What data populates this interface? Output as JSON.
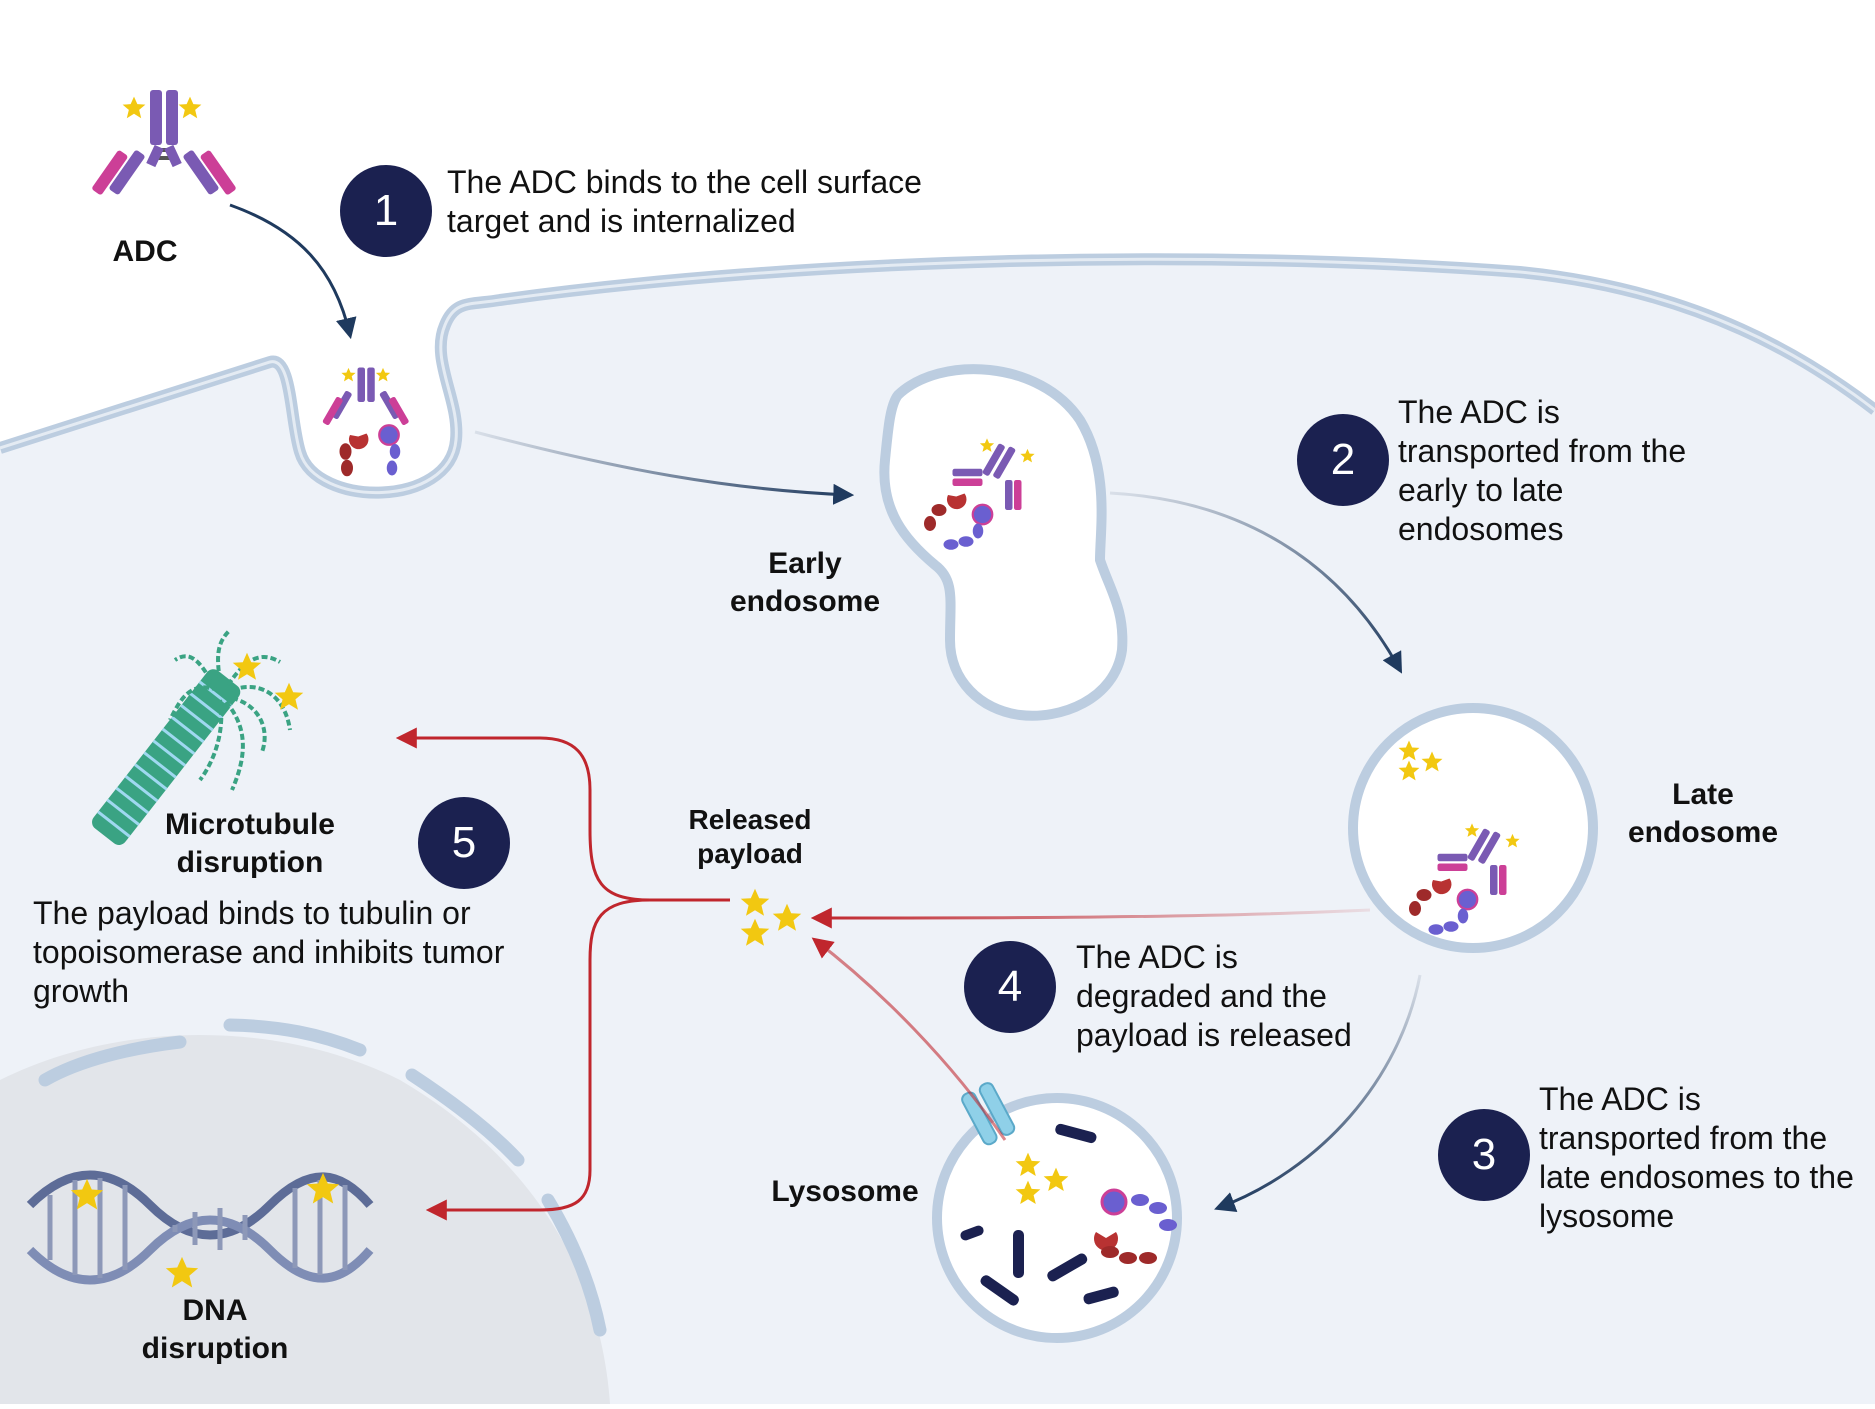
{
  "colors": {
    "cell_fill": "#eef2f8",
    "membrane": "#bccde0",
    "nucleus_fill": "#e2e5ea",
    "navy": "#1b2150",
    "red_arrow": "#c0262d",
    "navy_arrow": "#1f3a5e",
    "star": "#f2c811",
    "antibody_purple": "#7a5ab3",
    "antibody_pink": "#cc3f97",
    "antigen_red": "#9e2a2a",
    "antigen_blue": "#5a4fc0"
  },
  "labels": {
    "adc": "ADC",
    "early_endosome": "Early\nendosome",
    "late_endosome": "Late\nendosome",
    "lysosome": "Lysosome",
    "released_payload": "Released\npayload",
    "microtubule": "Microtubule\ndisruption",
    "dna": "DNA\ndisruption"
  },
  "steps": [
    {
      "number": "1",
      "text": "The ADC binds to the cell surface\ntarget and is internalized"
    },
    {
      "number": "2",
      "text": "The ADC is\ntransported from the\nearly to late\nendosomes"
    },
    {
      "number": "3",
      "text": "The ADC is\ntransported from the\nlate endosomes to the\nlysosome"
    },
    {
      "number": "4",
      "text": "The ADC is\ndegraded and the\npayload is released"
    },
    {
      "number": "5",
      "text": "The payload binds to tubulin or\ntopoisomerase and inhibits tumor\ngrowth"
    }
  ]
}
